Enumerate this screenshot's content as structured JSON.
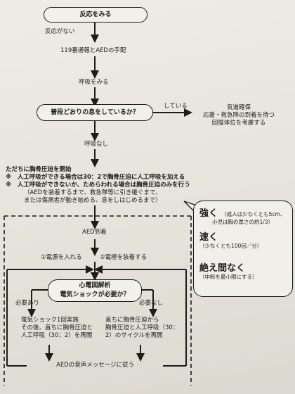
{
  "flow": {
    "start_box": "反応をみる",
    "no_response": "反応がない",
    "call_119": "119番通報とAEDの手配",
    "check_breathing": "呼吸をみる",
    "decision_box": "普段どおりの息をしているか？",
    "yes_branch_label": "している",
    "yes_actions": [
      "気道確保",
      "応援・救急隊の到着を待つ",
      "回復体位を考慮する"
    ],
    "no_breathing": "呼吸なし",
    "cpr_lines": [
      "ただちに胸骨圧迫を開始",
      "※　人工呼吸ができる場合は30：2で胸骨圧迫に人工呼吸を加える",
      "※　人工呼吸ができないか、ためらわれる場合は胸骨圧迫のみを行う",
      "（AEDを装着するまで、救急隊等に引き継ぐまで、",
      "または傷病者が動き始める、息をしはじめるまで）"
    ],
    "aed_arrival": "AED到着",
    "step1": "①電源を入れる",
    "step2": "②電極を装着する",
    "analysis_box_title": "心電図解析",
    "analysis_box_question": "電気ショックが必要か？",
    "shock_needed": "必要あり",
    "shock_not_needed": "必要なし",
    "left_result": [
      "電気ショック1回実施",
      "その後、直ちに胸骨圧迫と",
      "人工呼吸（30：2）を再開"
    ],
    "right_result": [
      "直ちに胸骨圧迫から",
      "胸骨圧迫と人工呼吸（30：",
      "2）のサイクルを再開"
    ],
    "follow_aed": "AEDの音声メッセージに従う"
  },
  "callout": {
    "strong": "強く",
    "strong_note": [
      "（成人は少なくとも5cm、",
      "小児は胸の厚さの約1/3）"
    ],
    "fast": "速く",
    "fast_note": "（少なくとも100回／分）",
    "continuous": "絶え間なく",
    "continuous_note": "（中断を最小限にする）"
  }
}
